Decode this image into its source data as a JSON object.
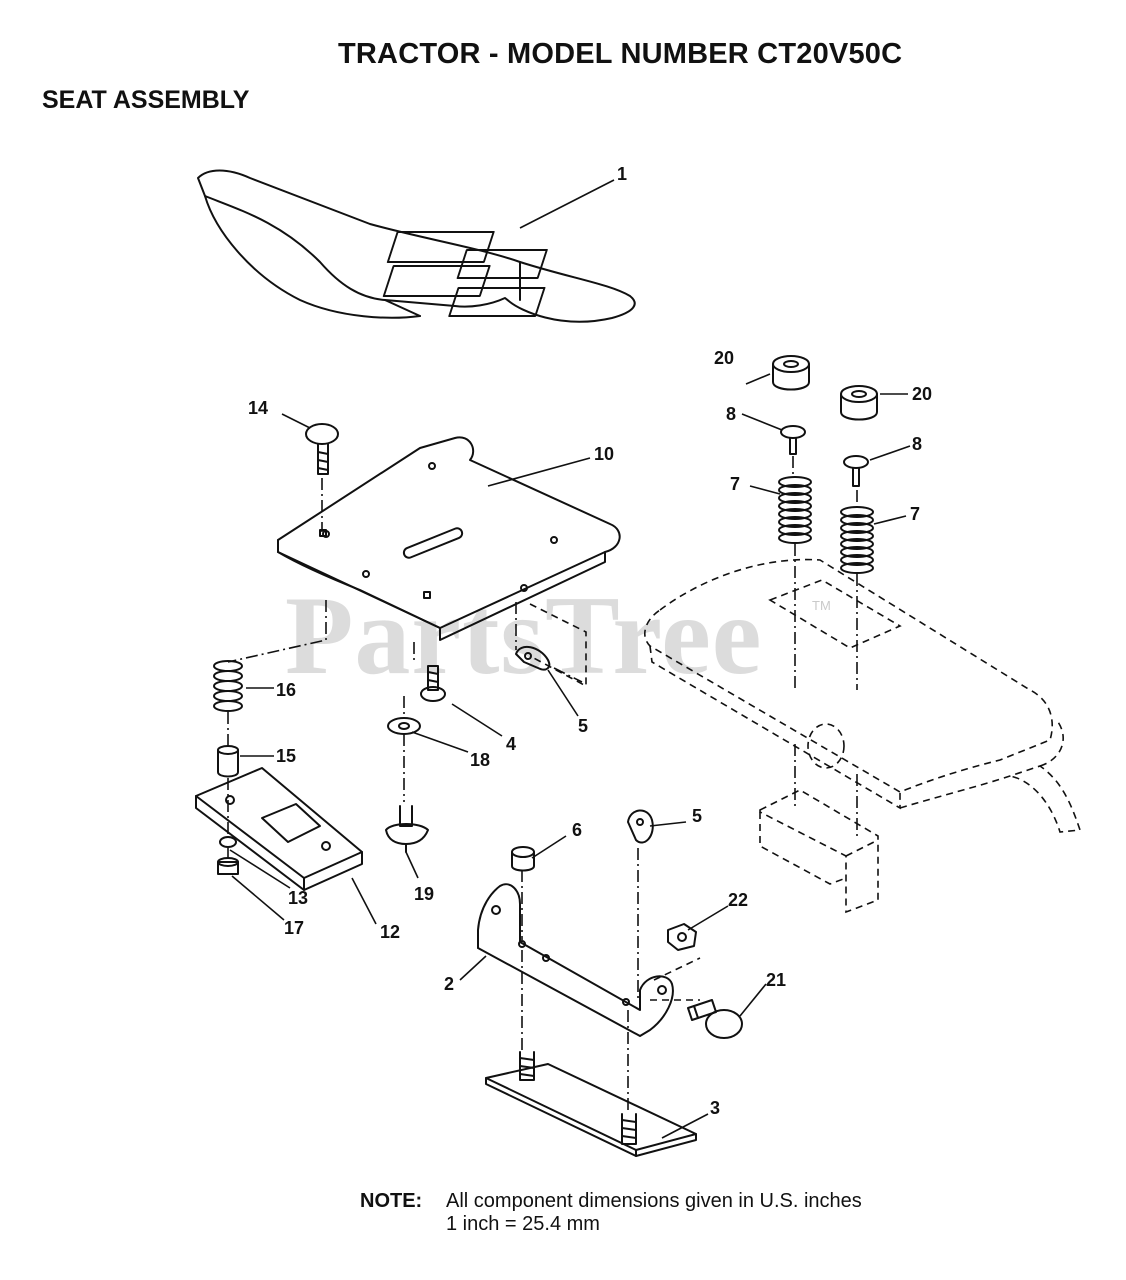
{
  "header": {
    "title": "TRACTOR - MODEL NUMBER CT20V50C",
    "section": "SEAT ASSEMBLY"
  },
  "watermark": {
    "text": "PartsTree",
    "tm": "TM"
  },
  "note": {
    "label": "NOTE:",
    "line1": "All component dimensions given in U.S. inches",
    "line2": "1 inch = 25.4 mm"
  },
  "callouts": {
    "seat": "1",
    "bracket": "2",
    "pad": "3",
    "screw_4": "4",
    "clip_5a": "5",
    "clip_5b": "5",
    "nut_6": "6",
    "spring_7a": "7",
    "spring_7b": "7",
    "screw_8a": "8",
    "screw_8b": "8",
    "seat_pan": "10",
    "slide_plate": "12",
    "washer_13": "13",
    "carriage_bolt": "14",
    "spacer_15": "15",
    "spring_16": "16",
    "nut_17": "17",
    "washer_18": "18",
    "knob": "19",
    "bumper_20a": "20",
    "bumper_20b": "20",
    "shoulder_bolt": "21",
    "nut_22": "22"
  }
}
